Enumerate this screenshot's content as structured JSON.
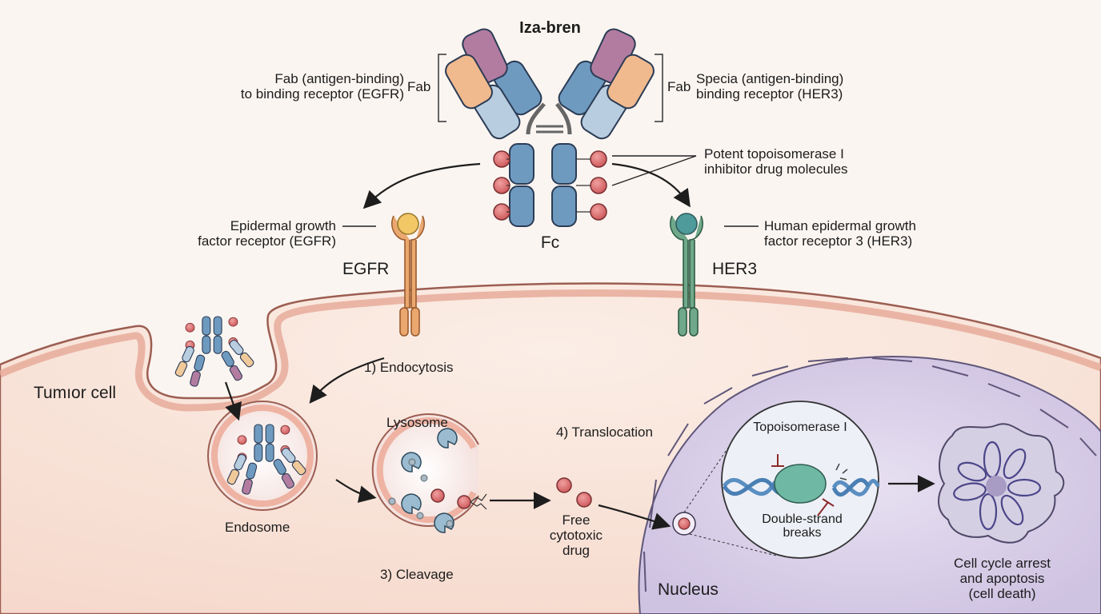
{
  "title": "Iza-bren",
  "antibody": {
    "fab_left_tag": "Fab",
    "fab_right_tag": "Fab",
    "fab_left_desc": [
      "Fab (antigen-binding)",
      "to binding receptor (EGFR)"
    ],
    "fab_right_desc": [
      "Specia (antigen-binding)",
      "binding receptor (HER3)"
    ],
    "fc_label": "Fc",
    "payload_desc": [
      "Potent topoisomerase I",
      "inhibitor drug molecules"
    ]
  },
  "receptors": {
    "egfr_desc": [
      "Epidermal growth",
      "factor receptor (EGFR)"
    ],
    "egfr_label": "EGFR",
    "her3_desc": [
      "Human epidermal growth",
      "factor receptor 3 (HER3)"
    ],
    "her3_label": "HER3"
  },
  "cell": {
    "tumor_label": "Tumıor cell",
    "step1": "1) Endocytosis",
    "endosome": "Endosome",
    "lysosome": "Lysosome",
    "step3": "3) Cleavage",
    "free_drug": [
      "Free",
      "cytotoxic",
      "drug"
    ],
    "step4": "4) Translocation",
    "nucleus": "Nucleus",
    "topo": "Topoisomerase I",
    "dsb": [
      "Double-strand",
      "breaks"
    ],
    "outcome": [
      "Cell cycle arrest",
      "and apoptosis",
      "(cell death)"
    ]
  },
  "colors": {
    "background": "#fbf5f1",
    "membrane": "#eeb3a3",
    "membrane_edge": "#9c5e52",
    "cytoplasm": "#f8e1d6",
    "nucleus": "#dcd3ea",
    "drug": "#d9676a",
    "egfr": "#eaa86f",
    "her3": "#6fa88a",
    "heavy_chain": "#6f9ac0",
    "light_chain": "#b9cde0",
    "fab_orange": "#f0b98e",
    "fab_purple": "#b27ca0",
    "enzyme": "#6fb8a3"
  }
}
